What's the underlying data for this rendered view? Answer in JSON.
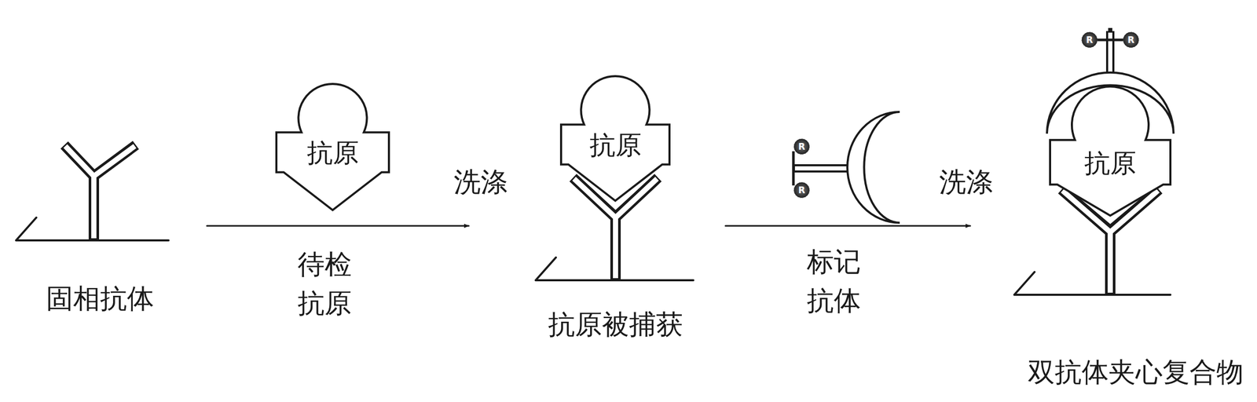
{
  "diagram": {
    "nodes": [
      {
        "text": [
          "抗原"
        ]
      },
      {
        "text": [
          "抗原"
        ]
      },
      {
        "text": [
          "抗原"
        ]
      }
    ],
    "labels": [
      "固相抗体",
      "待检 抗原",
      "洗涤",
      "抗原被捕获",
      "R",
      "R",
      "标记 抗体",
      "洗涤",
      "R",
      "R",
      "双抗体夹心复合物"
    ]
  }
}
